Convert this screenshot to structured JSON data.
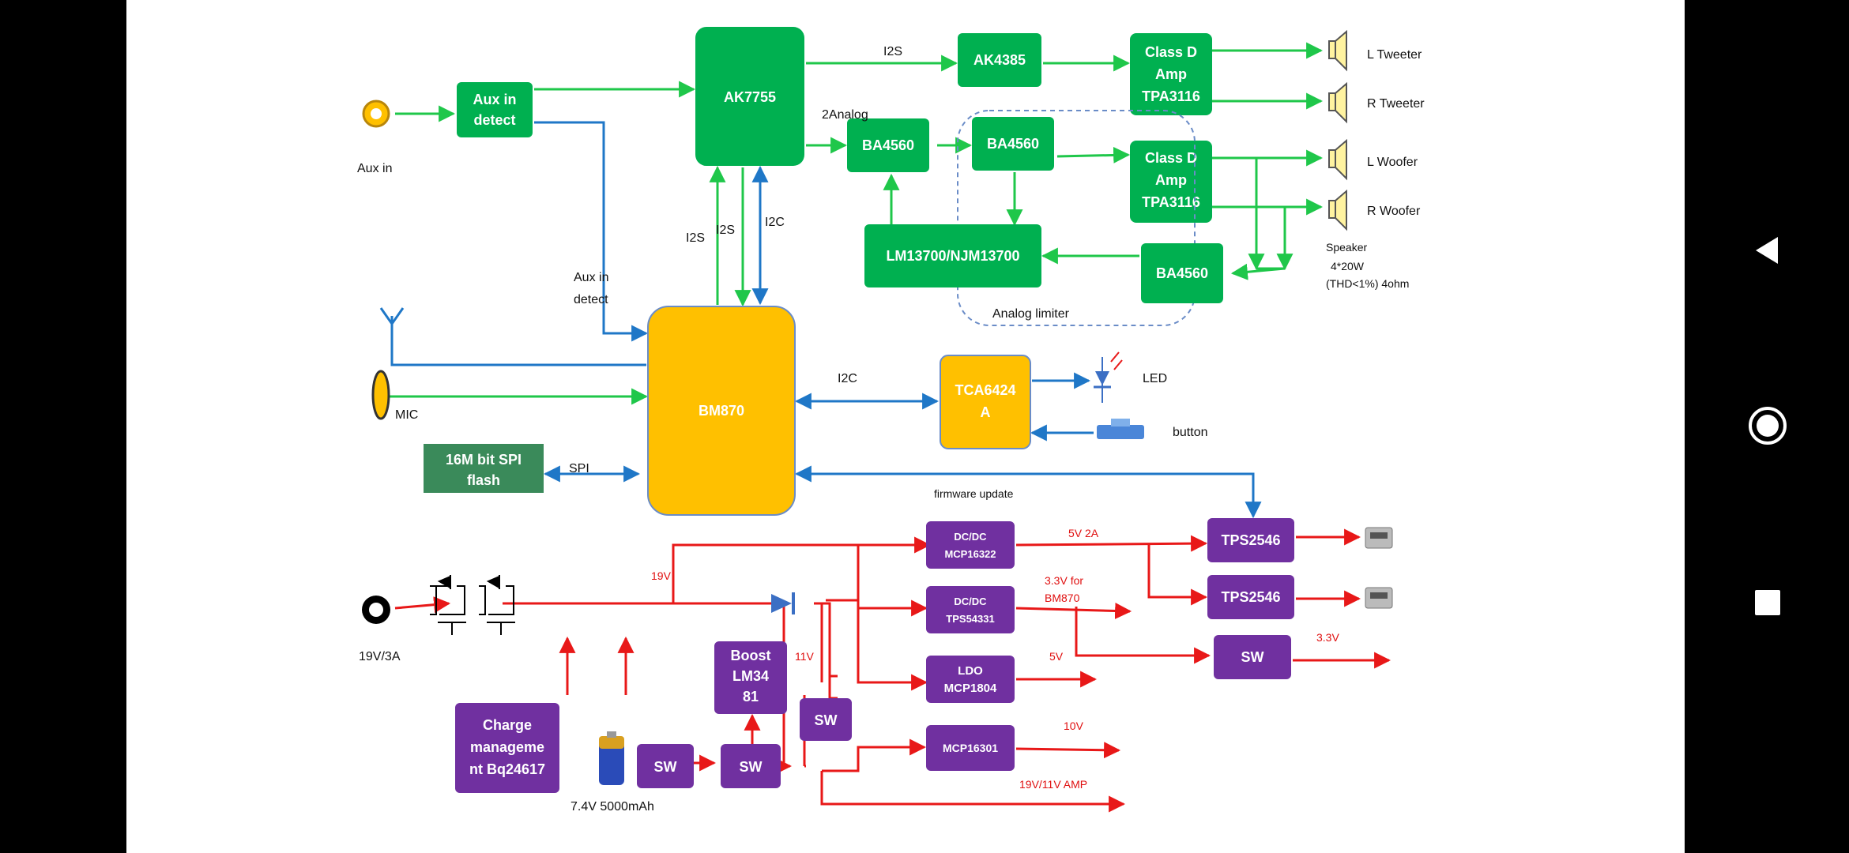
{
  "blocks": {
    "aux_detect": [
      "Aux in",
      "detect"
    ],
    "ak7755": "AK7755",
    "ak4385": "AK4385",
    "amp1": [
      "Class D",
      "Amp",
      "TPA3116"
    ],
    "amp2": [
      "Class D",
      "Amp",
      "TPA3116"
    ],
    "ba4560_1": "BA4560",
    "ba4560_2": "BA4560",
    "ba4560_3": "BA4560",
    "lm13700": "LM13700/NJM13700",
    "bm870": "BM870",
    "tca6424": [
      "TCA6424",
      "A"
    ],
    "spi_flash": [
      "16M bit SPI",
      "flash"
    ],
    "dcdc1": [
      "DC/DC",
      "MCP16322"
    ],
    "dcdc2": [
      "DC/DC",
      "TPS54331"
    ],
    "ldo": [
      "LDO",
      "MCP1804"
    ],
    "mcp16301": "MCP16301",
    "tps1": "TPS2546",
    "tps2": "TPS2546",
    "sw_right": "SW",
    "boost": [
      "Boost",
      "LM34",
      "81"
    ],
    "sw_mid": "SW",
    "sw_bottom": "SW",
    "sw_batt": "SW",
    "charge": [
      "Charge",
      "manageme",
      "nt Bq24617"
    ]
  },
  "labels": {
    "aux_in": "Aux in",
    "i2s_top": "I2S",
    "two_analog": "2Analog",
    "i2s_a": "I2S",
    "i2s_b": "I2S",
    "i2c_top": "I2C",
    "aux_detect_line": [
      "Aux in",
      "detect"
    ],
    "analog_limiter": "Analog limiter",
    "l_tweeter": "L Tweeter",
    "r_tweeter": "R Tweeter",
    "l_woofer": "L Woofer",
    "r_woofer": "R Woofer",
    "speaker_note": [
      "Speaker",
      "4*20W",
      "(THD<1%) 4ohm"
    ],
    "mic": "MIC",
    "i2c_mid": "I2C",
    "led": "LED",
    "button": "button",
    "spi": "SPI",
    "firmware_update": "firmware update",
    "power_in": "19V/3A",
    "v19": "19V",
    "v5_2a": "5V 2A",
    "v33_for": [
      "3.3V for",
      "BM870"
    ],
    "v5": "5V",
    "v10": "10V",
    "v11": "11V",
    "v19_11_amp": "19V/11V  AMP",
    "v33": "3.3V",
    "battery": "7.4V 5000mAh"
  },
  "colors": {
    "green_block": "#00b050",
    "yellow_block": "#ffc000",
    "purple_block": "#7030a0",
    "flash_block": "#3a8a5a",
    "green_line": "#1fc74a",
    "blue_line": "#1f77c7",
    "red_line": "#e81818",
    "screen_bg": "#000000"
  },
  "nav": {
    "back": "back-triangle-icon",
    "home": "home-circle-icon",
    "recents": "recents-square-icon"
  }
}
